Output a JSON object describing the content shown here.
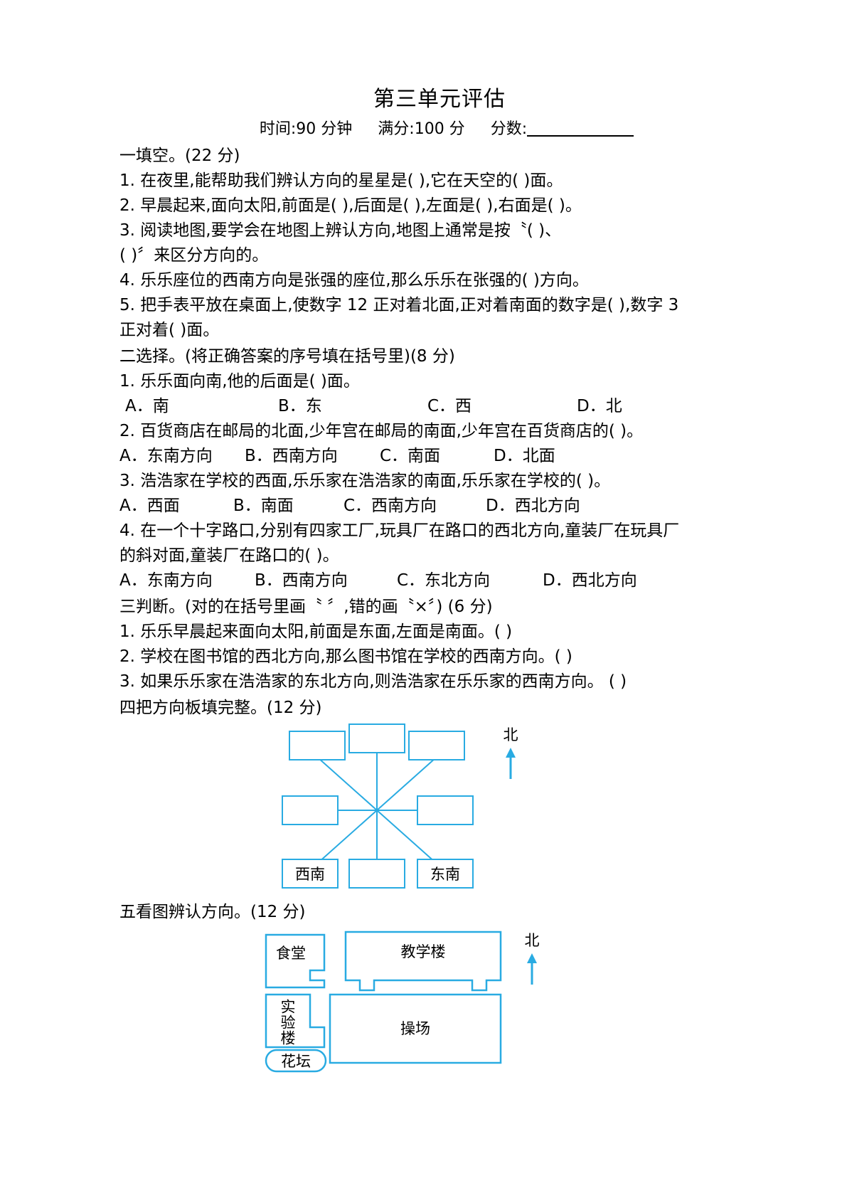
{
  "header": {
    "title": "第三单元评估",
    "time_label": "时间:90 分钟",
    "total_label": "满分:100 分",
    "score_label": "分数:"
  },
  "section_one": {
    "heading": "一填空。(22 分)",
    "questions": [
      "1. 在夜里,能帮助我们辨认方向的星星是(          ),它在天空的(          )面。",
      "2. 早晨起来,面向太阳,前面是(      ),后面是(      ),左面是(      ),右面是(      )。",
      "3. 阅读地图,要学会在地图上辨认方向,地图上通常是按〝(                )、",
      "(                 )〞来区分方向的。",
      "4. 乐乐座位的西南方向是张强的座位,那么乐乐在张强的(          )方向。",
      "5. 把手表平放在桌面上,使数字 12 正对着北面,正对着南面的数字是(      ),数字 3",
      "正对着(      )面。"
    ]
  },
  "section_two": {
    "heading": "二选择。(将正确答案的序号填在括号里)(8 分)",
    "items": [
      {
        "stem": "1. 乐乐面向南,他的后面是(      )面。",
        "options": [
          "A．南",
          "B．东",
          "C．西",
          "D．北"
        ]
      },
      {
        "stem": "2. 百货商店在邮局的北面,少年宫在邮局的南面,少年宫在百货商店的(      )。",
        "options": [
          "A．东南方向",
          "B．西南方向",
          "C．南面",
          "D．北面"
        ]
      },
      {
        "stem": "3. 浩浩家在学校的西面,乐乐家在浩浩家的南面,乐乐家在学校的(      )。",
        "options": [
          "A．西面",
          "B．南面",
          "C．西南方向",
          "D．西北方向"
        ]
      },
      {
        "stem": "4. 在一个十字路口,分别有四家工厂,玩具厂在路口的西北方向,童装厂在玩具厂",
        "stem2": "的斜对面,童装厂在路口的(      )。",
        "options": [
          "A．东南方向",
          "B．西南方向",
          "C．东北方向",
          "D．西北方向"
        ]
      }
    ]
  },
  "section_three": {
    "heading": "三判断。(对的在括号里画〝  〞,错的画〝×〞) (6 分)",
    "questions": [
      "1. 乐乐早晨起来面向太阳,前面是东面,左面是南面。(        )",
      "2. 学校在图书馆的西北方向,那么图书馆在学校的西南方向。(        )",
      "3. 如果乐乐家在浩浩家的东北方向,则浩浩家在乐乐家的西南方向。 (        )"
    ]
  },
  "section_four": {
    "heading": "四把方向板填完整。(12 分)",
    "north_label": "北",
    "boxes": {
      "northwest": "",
      "north": "",
      "northeast": "",
      "west": "",
      "east": "",
      "southwest": "西南",
      "south": "",
      "southeast": "东南"
    }
  },
  "section_five": {
    "heading": "五看图辨认方向。(12 分)",
    "north_label": "北",
    "buildings": {
      "canteen": "食堂",
      "teaching_building": "教学楼",
      "lab_building": "实验楼",
      "playground": "操场",
      "flower_bed": "花坛"
    }
  },
  "colors": {
    "diagram_stroke": "#29abe2",
    "text": "#000000"
  }
}
